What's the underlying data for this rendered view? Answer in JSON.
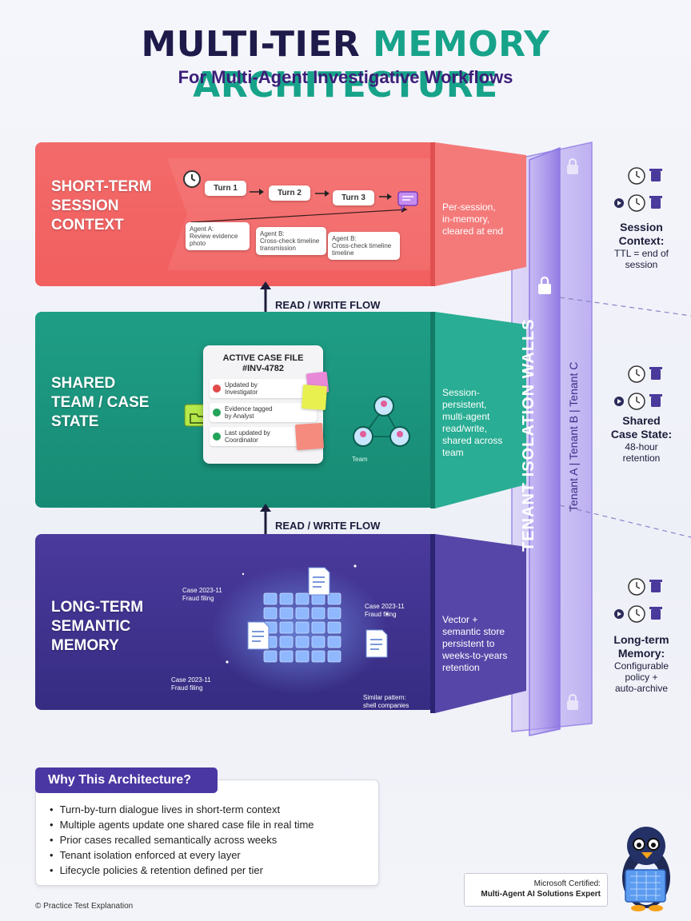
{
  "header": {
    "title_part1": "MULTI-TIER",
    "title_part2": "MEMORY ARCHITECTURE",
    "subtitle": "For Multi-Agent Investigative Workflows"
  },
  "tier1": {
    "label_lines": [
      "SHORT-TERM",
      "SESSION",
      "CONTEXT"
    ],
    "turns": [
      "Turn 1",
      "Turn 2",
      "Turn 3"
    ],
    "agents": [
      [
        "Agent A:",
        "Review evidence",
        "photo"
      ],
      [
        "Agent B:",
        "Cross-check timeline",
        "transmission"
      ],
      [
        "Agent B:",
        "Cross-check timeline",
        "timeline"
      ]
    ],
    "description": [
      "Per-session,",
      "in-memory,",
      "cleared at end"
    ]
  },
  "flow": {
    "label": "READ / WRITE FLOW"
  },
  "tier2": {
    "label_lines": [
      "SHARED",
      "TEAM / CASE",
      "STATE"
    ],
    "case_title_lines": [
      "ACTIVE CASE FILE",
      "#INV-4782"
    ],
    "case_rows": [
      [
        "Updated by",
        "Investigator"
      ],
      [
        "Evidence tagged",
        "by Analyst"
      ],
      [
        "Last updated by",
        "Coordinator"
      ]
    ],
    "team_label": "Team",
    "description": [
      "Session-",
      "persistent,",
      "multi-agent",
      "read/write,",
      "shared across",
      "team"
    ]
  },
  "tier3": {
    "label_lines": [
      "LONG-TERM",
      "SEMANTIC",
      "MEMORY"
    ],
    "case_labels": [
      [
        "Case 2023-11",
        "Fraud filing"
      ],
      [
        "Case 2023-11",
        "Fraud filing"
      ],
      [
        "Case 2023-11",
        "Fraud filing"
      ],
      [
        "Similar pattern:",
        "shell companies"
      ]
    ],
    "description": [
      "Vector +",
      "semantic store",
      "persistent to",
      "weeks-to-years",
      "retention"
    ]
  },
  "wall": {
    "label": "TENANT ISOLATION WALLS",
    "tenants": "Tenant A | Tenant B | Tenant C"
  },
  "policies": [
    {
      "head_lines": [
        "Session",
        "Context:"
      ],
      "value_lines": [
        "TTL = end of",
        "session"
      ]
    },
    {
      "head_lines": [
        "Shared",
        "Case State:"
      ],
      "value_lines": [
        "48-hour",
        "retention"
      ]
    },
    {
      "head_lines": [
        "Long-term",
        "Memory:"
      ],
      "value_lines": [
        "Configurable",
        "policy +",
        "auto-archive"
      ]
    }
  ],
  "why": {
    "title": "Why This Architecture?",
    "items": [
      "Turn-by-turn dialogue lives in short-term context",
      "Multiple agents update one shared case file in real time",
      "Prior cases recalled semantically across weeks",
      "Tenant isolation enforced at every layer",
      "Lifecycle policies & retention defined per tier"
    ]
  },
  "footer": {
    "copyright": "© Practice Test Explanation"
  },
  "cert": {
    "line1": "Microsoft Certified:",
    "line2": "Multi-Agent AI Solutions Expert"
  },
  "colors": {
    "tier1": "#f25f5f",
    "tier2": "#178a74",
    "tier3": "#362c82",
    "wall": "#8a6fe0",
    "accent_teal": "#17a38a",
    "navy": "#1e1a4a"
  }
}
